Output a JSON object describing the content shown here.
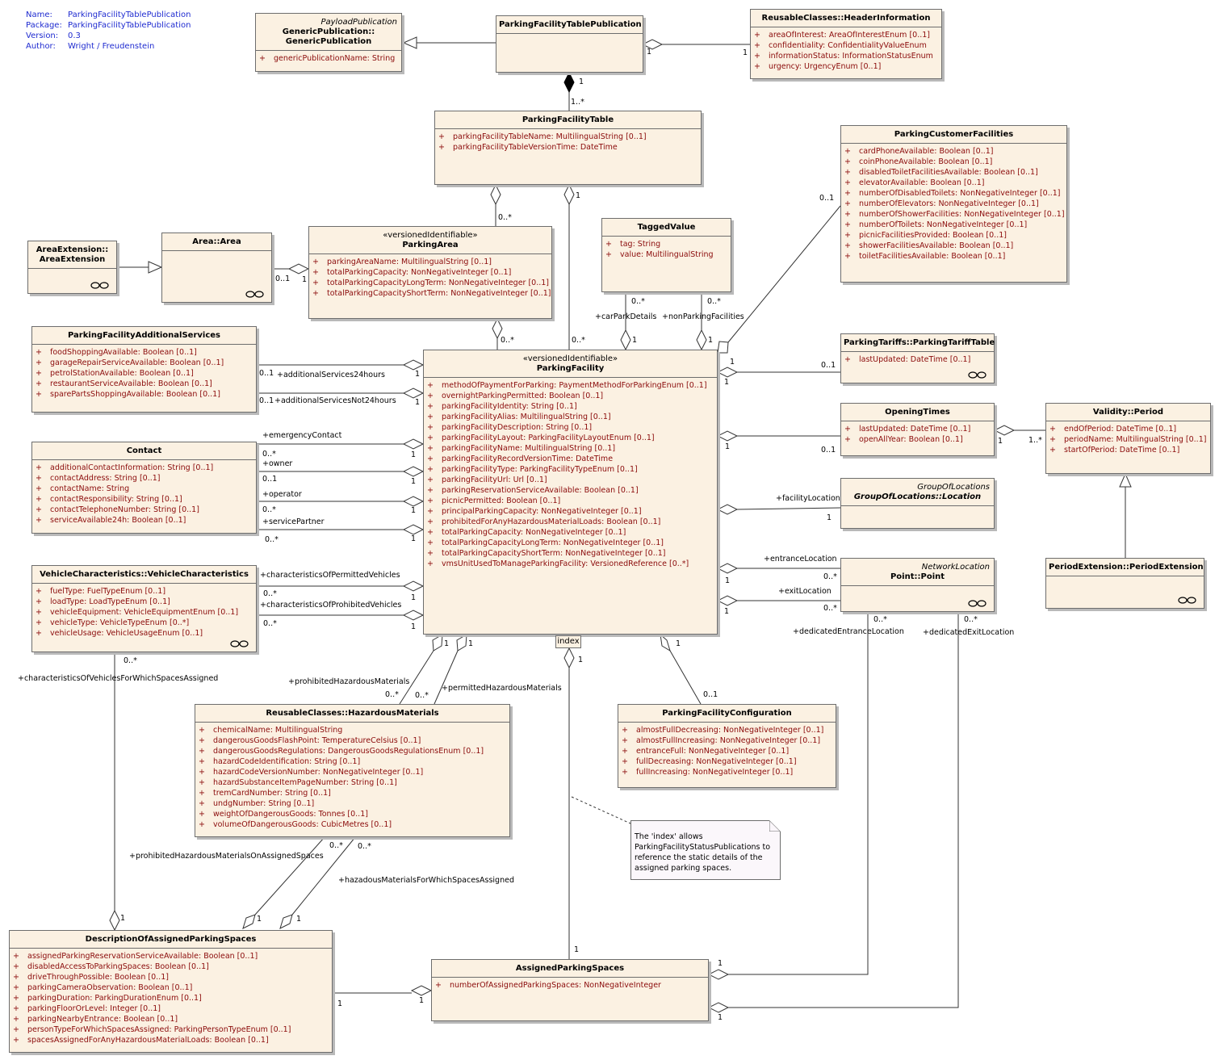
{
  "meta": [
    {
      "key": "Name:",
      "value": "ParkingFacilityTablePublication"
    },
    {
      "key": "Package:",
      "value": "ParkingFacilityTablePublication"
    },
    {
      "key": "Version:",
      "value": "0.3"
    },
    {
      "key": "Author:",
      "value": "Wright / Freudenstein"
    }
  ],
  "classes": {
    "payload": {
      "pkg": "PayloadPublication",
      "title": "GenericPublication::\nGenericPublication",
      "attrs": [
        "genericPublicationName:  String"
      ]
    },
    "pftp": {
      "title": "ParkingFacilityTablePublication",
      "attrs": []
    },
    "header": {
      "title": "ReusableClasses::HeaderInformation",
      "attrs": [
        "areaOfInterest:  AreaOfInterestEnum [0..1]",
        "confidentiality:  ConfidentialityValueEnum",
        "informationStatus:  InformationStatusEnum",
        "urgency:  UrgencyEnum [0..1]"
      ]
    },
    "pft": {
      "title": "ParkingFacilityTable",
      "attrs": [
        "parkingFacilityTableName:  MultilingualString [0..1]",
        "parkingFacilityTableVersionTime:  DateTime"
      ]
    },
    "customer": {
      "title": "ParkingCustomerFacilities",
      "attrs": [
        "cardPhoneAvailable:  Boolean [0..1]",
        "coinPhoneAvailable:  Boolean [0..1]",
        "disabledToiletFacilitiesAvailable:  Boolean [0..1]",
        "elevatorAvailable:  Boolean [0..1]",
        "numberOfDisabledToilets:  NonNegativeInteger [0..1]",
        "numberOfElevators:  NonNegativeInteger [0..1]",
        "numberOfShowerFacilities:  NonNegativeInteger [0..1]",
        "numberOfToilets:  NonNegativeInteger [0..1]",
        "picnicFacilitiesProvided:  Boolean [0..1]",
        "showerFacilitiesAvailable:  Boolean [0..1]",
        "toiletFacilitiesAvailable:  Boolean [0..1]"
      ]
    },
    "areaext": {
      "title": "AreaExtension::\nAreaExtension",
      "attrs": []
    },
    "area": {
      "title": "Area::Area",
      "attrs": []
    },
    "parea": {
      "stereo": "«versionedIdentifiable»",
      "title": "ParkingArea",
      "attrs": [
        "parkingAreaName:  MultilingualString [0..1]",
        "totalParkingCapacity:  NonNegativeInteger [0..1]",
        "totalParkingCapacityLongTerm:  NonNegativeInteger [0..1]",
        "totalParkingCapacityShortTerm:  NonNegativeInteger [0..1]"
      ]
    },
    "tagged": {
      "title": "TaggedValue",
      "attrs": [
        "tag:  String",
        "value:  MultilingualString"
      ]
    },
    "addsvc": {
      "title": "ParkingFacilityAdditionalServices",
      "attrs": [
        "foodShoppingAvailable:  Boolean [0..1]",
        "garageRepairServiceAvailable:  Boolean [0..1]",
        "petrolStationAvailable:  Boolean [0..1]",
        "restaurantServiceAvailable:  Boolean [0..1]",
        "sparePartsShoppingAvailable:  Boolean [0..1]"
      ]
    },
    "pf": {
      "stereo": "«versionedIdentifiable»",
      "title": "ParkingFacility",
      "attrs": [
        "methodOfPaymentForParking:  PaymentMethodForParkingEnum [0..1]",
        "overnightParkingPermitted:  Boolean [0..1]",
        "parkingFacilityIdentity:  String [0..1]",
        "parkingFacilityAlias:  MultilingualString [0..1]",
        "parkingFacilityDescription:  String [0..1]",
        "parkingFacilityLayout:  ParkingFacilityLayoutEnum [0..1]",
        "parkingFacilityName:  MultilingualString [0..1]",
        "parkingFacilityRecordVersionTime:  DateTime",
        "parkingFacilityType:  ParkingFacilityTypeEnum [0..1]",
        "parkingFacilityUrl:  Url [0..1]",
        "parkingReservationServiceAvailable:  Boolean [0..1]",
        "picnicPermitted:  Boolean [0..1]",
        "principalParkingCapacity:  NonNegativeInteger [0..1]",
        "prohibitedForAnyHazardousMaterialLoads:  Boolean [0..1]",
        "totalParkingCapacity:  NonNegativeInteger [0..1]",
        "totalParkingCapacityLongTerm:  NonNegativeInteger [0..1]",
        "totalParkingCapacityShortTerm:  NonNegativeInteger [0..1]",
        "vmsUnitUsedToManageParkingFacility:  VersionedReference [0..*]"
      ]
    },
    "tariff": {
      "title": "ParkingTariffs::ParkingTariffTable",
      "attrs": [
        "lastUpdated:  DateTime [0..1]"
      ]
    },
    "contact": {
      "title": "Contact",
      "attrs": [
        "additionalContactInformation:  String [0..1]",
        "contactAddress:  String [0..1]",
        "contactName:  String",
        "contactResponsibility:  String [0..1]",
        "contactTelephoneNumber:  String [0..1]",
        "serviceAvailable24h:  Boolean [0..1]"
      ]
    },
    "opening": {
      "title": "OpeningTimes",
      "attrs": [
        "lastUpdated:  DateTime [0..1]",
        "openAllYear:  Boolean [0..1]"
      ]
    },
    "validity": {
      "title": "Validity::Period",
      "attrs": [
        "endOfPeriod:  DateTime [0..1]",
        "periodName:  MultilingualString [0..1]",
        "startOfPeriod:  DateTime [0..1]"
      ]
    },
    "gol": {
      "pkg": "GroupOfLocations",
      "title": "GroupOfLocations::Location",
      "attrs": []
    },
    "point": {
      "pkg": "NetworkLocation",
      "title": "Point::Point",
      "attrs": []
    },
    "periodext": {
      "title": "PeriodExtension::PeriodExtension",
      "attrs": []
    },
    "vehicle": {
      "title": "VehicleCharacteristics::VehicleCharacteristics",
      "attrs": [
        "fuelType:  FuelTypeEnum [0..1]",
        "loadType:  LoadTypeEnum [0..1]",
        "vehicleEquipment:  VehicleEquipmentEnum [0..1]",
        "vehicleType:  VehicleTypeEnum [0..*]",
        "vehicleUsage:  VehicleUsageEnum [0..1]"
      ]
    },
    "hazmat": {
      "title": "ReusableClasses::HazardousMaterials",
      "attrs": [
        "chemicalName:  MultilingualString",
        "dangerousGoodsFlashPoint:  TemperatureCelsius [0..1]",
        "dangerousGoodsRegulations:  DangerousGoodsRegulationsEnum [0..1]",
        "hazardCodeIdentification:  String [0..1]",
        "hazardCodeVersionNumber:  NonNegativeInteger [0..1]",
        "hazardSubstanceItemPageNumber:  String [0..1]",
        "tremCardNumber:  String [0..1]",
        "undgNumber:  String [0..1]",
        "weightOfDangerousGoods:  Tonnes [0..1]",
        "volumeOfDangerousGoods:  CubicMetres [0..1]"
      ]
    },
    "config": {
      "title": "ParkingFacilityConfiguration",
      "attrs": [
        "almostFullDecreasing:  NonNegativeInteger [0..1]",
        "almostFullIncreasing:  NonNegativeInteger [0..1]",
        "entranceFull:  NonNegativeInteger [0..1]",
        "fullDecreasing:  NonNegativeInteger [0..1]",
        "fullIncreasing:  NonNegativeInteger [0..1]"
      ]
    },
    "described": {
      "title": "DescriptionOfAssignedParkingSpaces",
      "attrs": [
        "assignedParkingReservationServiceAvailable:  Boolean [0..1]",
        "disabledAccessToParkingSpaces:  Boolean [0..1]",
        "driveThroughPossible:  Boolean [0..1]",
        "parkingCameraObservation:  Boolean [0..1]",
        "parkingDuration:  ParkingDurationEnum [0..1]",
        "parkingFloorOrLevel:  Integer [0..1]",
        "parkingNearbyEntrance:  Boolean [0..1]",
        "personTypeForWhichSpacesAssigned:  ParkingPersonTypeEnum [0..1]",
        "spacesAssignedForAnyHazardousMaterialLoads:  Boolean [0..1]"
      ]
    },
    "assigned": {
      "title": "AssignedParkingSpaces",
      "attrs": [
        "numberOfAssignedParkingSpaces:  NonNegativeInteger"
      ]
    }
  },
  "index_label": "index",
  "note_text": "The 'index' allows ParkingFacilityStatusPublications to reference the static details of the assigned parking spaces.",
  "labels": [
    "1",
    "1",
    "1",
    "1..*",
    "0..*",
    "1",
    "0..1",
    "1",
    "0..1",
    "0..*",
    "0..*",
    "0..*",
    "+carParkDetails",
    "1",
    "+nonParkingFacilities",
    "1",
    "0..*",
    "0..1",
    "+additionalServices24hours",
    "1",
    "0..1",
    "+additionalServicesNot24hours",
    "1",
    "1",
    "0..1",
    "1",
    "+emergencyContact",
    "0..*",
    "1",
    "+owner",
    "0..1",
    "1",
    "+operator",
    "0..*",
    "1",
    "+servicePartner",
    "0..*",
    "1",
    "0..1",
    "1",
    "1..*",
    "1",
    "+facilityLocation",
    "1",
    "+entranceLocation",
    "0..*",
    "1",
    "+exitLocation",
    "0..*",
    "1",
    "0..*",
    "+dedicatedEntranceLocation",
    "0..*",
    "+dedicatedExitLocation",
    "+characteristicsOfPermittedVehicles",
    "0..*",
    "1",
    "+characteristicsOfProhibitedVehicles",
    "0..*",
    "1",
    "0..*",
    "+characteristicsOfVehiclesForWhichSpacesAssigned",
    "1",
    "1",
    "+prohibitedHazardousMaterials",
    "0..*",
    "0..*",
    "+permittedHazardousMaterials",
    "1",
    "1",
    "0..1",
    "+prohibitedHazardousMaterialsOnAssignedSpaces",
    "0..*",
    "0..*",
    "+hazadousMaterialsForWhichSpacesAssigned",
    "1",
    "1",
    "1",
    "1",
    "1",
    "1",
    "1",
    "1"
  ]
}
